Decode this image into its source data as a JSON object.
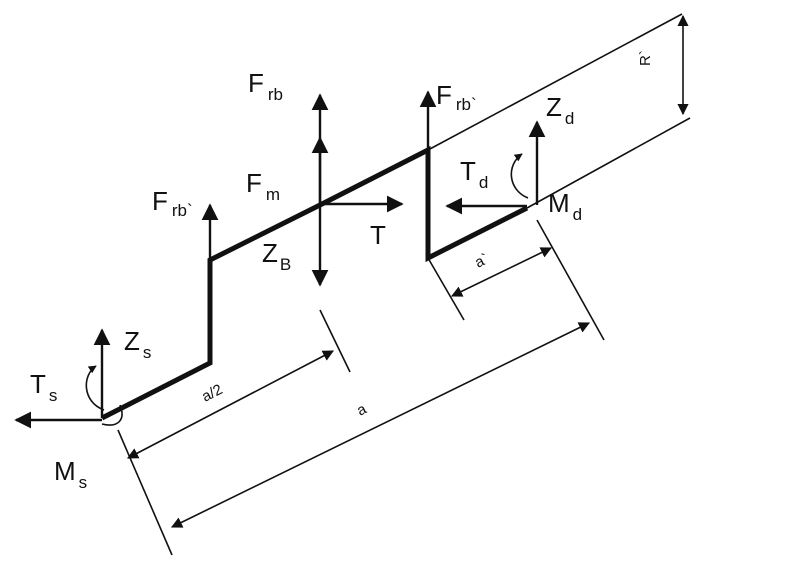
{
  "labels": {
    "F_rb_left": {
      "main": "F",
      "sub": "rb`"
    },
    "F_rb_mid": {
      "main": "F",
      "sub": "rb"
    },
    "F_rb_right": {
      "main": "F",
      "sub": "rb`"
    },
    "F_m": {
      "main": "F",
      "sub": "m"
    },
    "T": "T",
    "Z_B": {
      "main": "Z",
      "sub": "B"
    },
    "Z_s": {
      "main": "Z",
      "sub": "s"
    },
    "T_s": {
      "main": "T",
      "sub": "s"
    },
    "M_s": {
      "main": "M",
      "sub": "s"
    },
    "Z_d": {
      "main": "Z",
      "sub": "d"
    },
    "T_d": {
      "main": "T",
      "sub": "d"
    },
    "M_d": {
      "main": "M",
      "sub": "d"
    },
    "R": "R`",
    "a_half": "a/2",
    "a": "a",
    "a_prime": "a`"
  }
}
